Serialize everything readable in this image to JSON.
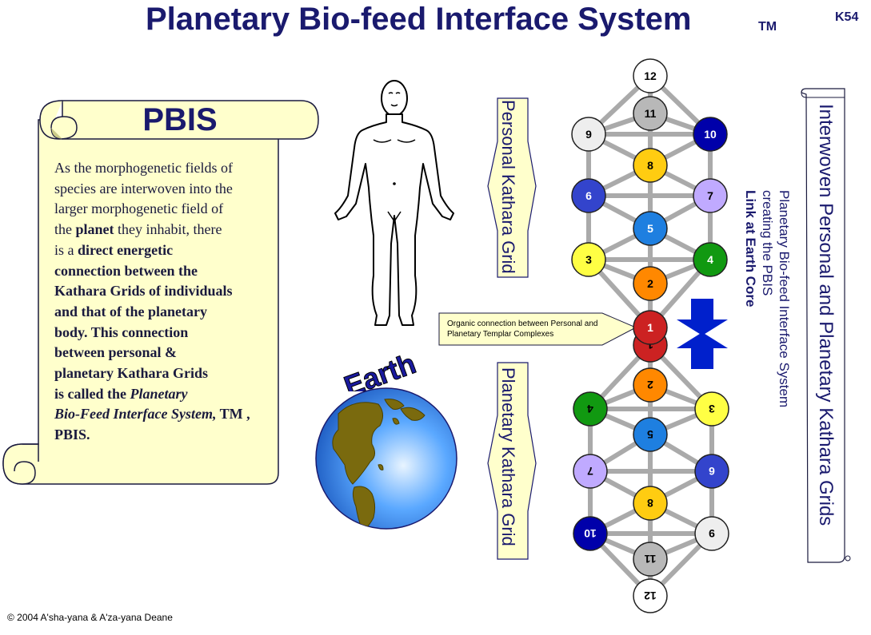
{
  "header": {
    "title": "Planetary Bio-feed Interface System",
    "tm": "TM",
    "code": "K54"
  },
  "scroll": {
    "title": "PBIS",
    "text_lines": [
      {
        "t": "As the morphogenetic fields of",
        "b": false
      },
      {
        "t": "species are interwoven into the",
        "b": false
      },
      {
        "t": "larger morphogenetic field of",
        "b": false
      },
      {
        "parts": [
          {
            "t": "the ",
            "b": false
          },
          {
            "t": "planet",
            "b": true
          },
          {
            "t": " they inhabit, there",
            "b": false
          }
        ]
      },
      {
        "parts": [
          {
            "t": "is a ",
            "b": false
          },
          {
            "t": "direct energetic",
            "b": true
          }
        ]
      },
      {
        "t": "connection between the",
        "b": true
      },
      {
        "t": "Kathara Grids of individuals",
        "b": true
      },
      {
        "t": "and that of the planetary",
        "b": true
      },
      {
        "t": "body. This connection",
        "b": true
      },
      {
        "t": "between personal &",
        "b": true
      },
      {
        "t": "planetary Kathara Grids",
        "b": true
      },
      {
        "parts": [
          {
            "t": "is called the ",
            "b": true
          },
          {
            "t": "Planetary",
            "b": true,
            "i": true
          }
        ]
      },
      {
        "parts": [
          {
            "t": "Bio-Feed Interface System,",
            "b": true,
            "i": true
          },
          {
            "t": " TM ,",
            "b": true
          }
        ]
      },
      {
        "t": "PBIS.",
        "b": true
      }
    ]
  },
  "labels": {
    "personal_grid": "Personal Kathara Grid",
    "planetary_grid": "Planetary Kathara Grid",
    "link_core": "Link at Earth Core",
    "link_creating": "creating the PBIS",
    "link_system": "Planetary Bio-feed Interface System",
    "interwoven": "Interwoven Personal and Planetary Kathara Grids",
    "organic_connection": "Organic connection between Personal and Planetary Templar Complexes",
    "earth": "Earth"
  },
  "footer": {
    "copyright": "© 2004 A'sha-yana & A'za-yana Deane"
  },
  "colors": {
    "title": "#1a1a6e",
    "scroll_fill": "#ffffcc",
    "arrow_blue": "#0020cc",
    "grid_line": "#aaaaaa"
  },
  "grid": {
    "personal_nodes": [
      {
        "n": "12",
        "color": "#ffffff",
        "text": "#000000"
      },
      {
        "n": "11",
        "color": "#b8b8b8",
        "text": "#000000"
      },
      {
        "n": "9",
        "color": "#eeeeee",
        "text": "#000000"
      },
      {
        "n": "10",
        "color": "#0000aa",
        "text": "#ffffff"
      },
      {
        "n": "8",
        "color": "#ffcc11",
        "text": "#000000"
      },
      {
        "n": "6",
        "color": "#3344cc",
        "text": "#ffffff"
      },
      {
        "n": "7",
        "color": "#c0aaff",
        "text": "#000000"
      },
      {
        "n": "5",
        "color": "#1e7fe0",
        "text": "#ffffff"
      },
      {
        "n": "3",
        "color": "#ffff44",
        "text": "#000000"
      },
      {
        "n": "4",
        "color": "#119911",
        "text": "#ffffff"
      },
      {
        "n": "2",
        "color": "#ff8800",
        "text": "#000000"
      },
      {
        "n": "1",
        "color": "#cc2222",
        "text": "#ffffff"
      }
    ],
    "planetary_nodes": [
      {
        "n": "1",
        "color": "#cc2222",
        "text": "#000000"
      },
      {
        "n": "2",
        "color": "#ff8800",
        "text": "#000000"
      },
      {
        "n": "4",
        "color": "#119911",
        "text": "#000000"
      },
      {
        "n": "3",
        "color": "#ffff44",
        "text": "#000000"
      },
      {
        "n": "5",
        "color": "#1e7fe0",
        "text": "#000000"
      },
      {
        "n": "7",
        "color": "#c0aaff",
        "text": "#000000"
      },
      {
        "n": "6",
        "color": "#3344cc",
        "text": "#ffffff"
      },
      {
        "n": "8",
        "color": "#ffcc11",
        "text": "#000000"
      },
      {
        "n": "10",
        "color": "#0000aa",
        "text": "#ffffff"
      },
      {
        "n": "9",
        "color": "#eeeeee",
        "text": "#000000"
      },
      {
        "n": "11",
        "color": "#b8b8b8",
        "text": "#000000"
      },
      {
        "n": "12",
        "color": "#ffffff",
        "text": "#000000"
      }
    ]
  }
}
